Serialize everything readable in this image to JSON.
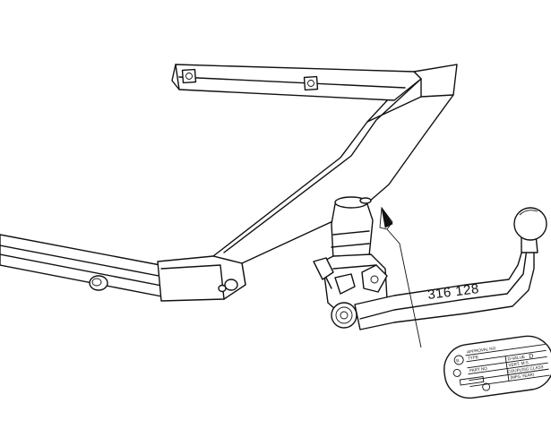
{
  "drawing": {
    "part_number": "316 128",
    "plate": {
      "approval_no": "APPROVAL NO",
      "type": "TYPE",
      "part_no": "PART NO",
      "d_value": "D-VALUE",
      "d_letter": "D",
      "vert_load": "VERT. M:S",
      "coupling_class": "COUPLING CLASS",
      "mfg_year": "(MFG.YEAR)"
    }
  }
}
